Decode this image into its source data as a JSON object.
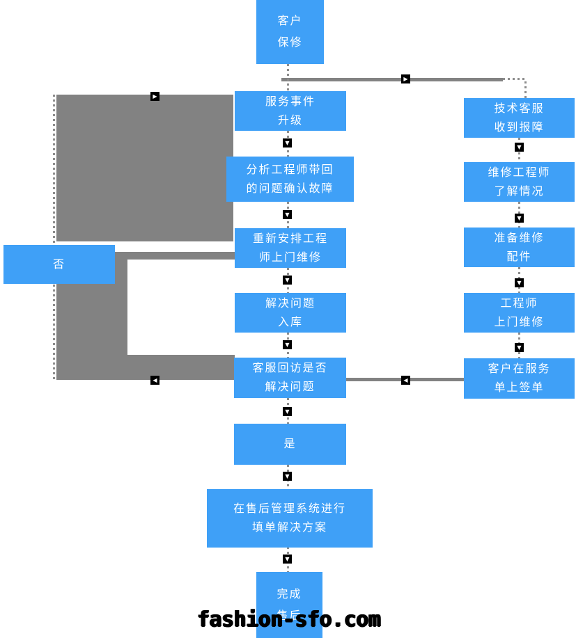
{
  "colors": {
    "node_blue": "#3fa0f7",
    "connector_gray": "#828282",
    "dot_gray": "#8d8d8d",
    "marker_black": "#000000",
    "node_text": "#ffffff"
  },
  "icons": {
    "arrow_down": "▼",
    "arrow_right": "▶",
    "arrow_left": "◀"
  },
  "watermark": {
    "text": "fashion-sfo.com"
  },
  "nodes": {
    "customer_warranty": {
      "label": "客户\n保修"
    },
    "service_escalation": {
      "label": "服务事件\n升级"
    },
    "analyze_issue": {
      "label": "分析工程师带回\n的问题确认故障"
    },
    "reschedule_engineer": {
      "label": "重新安排工程\n师上门维修"
    },
    "resolve_stock": {
      "label": "解决问题\n入库"
    },
    "callback_check": {
      "label": "客服回访是否\n解决问题"
    },
    "yes": {
      "label": "是"
    },
    "no": {
      "label": "否"
    },
    "fill_solution_form": {
      "label": "在售后管理系统进行\n填单解决方案"
    },
    "complete_aftersales": {
      "label": "完成\n售后"
    },
    "tech_support_receive": {
      "label": "技术客服\n收到报障"
    },
    "repair_engineer_learn": {
      "label": "维修工程师\n了解情况"
    },
    "prepare_parts": {
      "label": "准备维修\n配件"
    },
    "engineer_onsite": {
      "label": "工程师\n上门维修"
    },
    "customer_sign": {
      "label": "客户在服务\n单上签单"
    }
  }
}
